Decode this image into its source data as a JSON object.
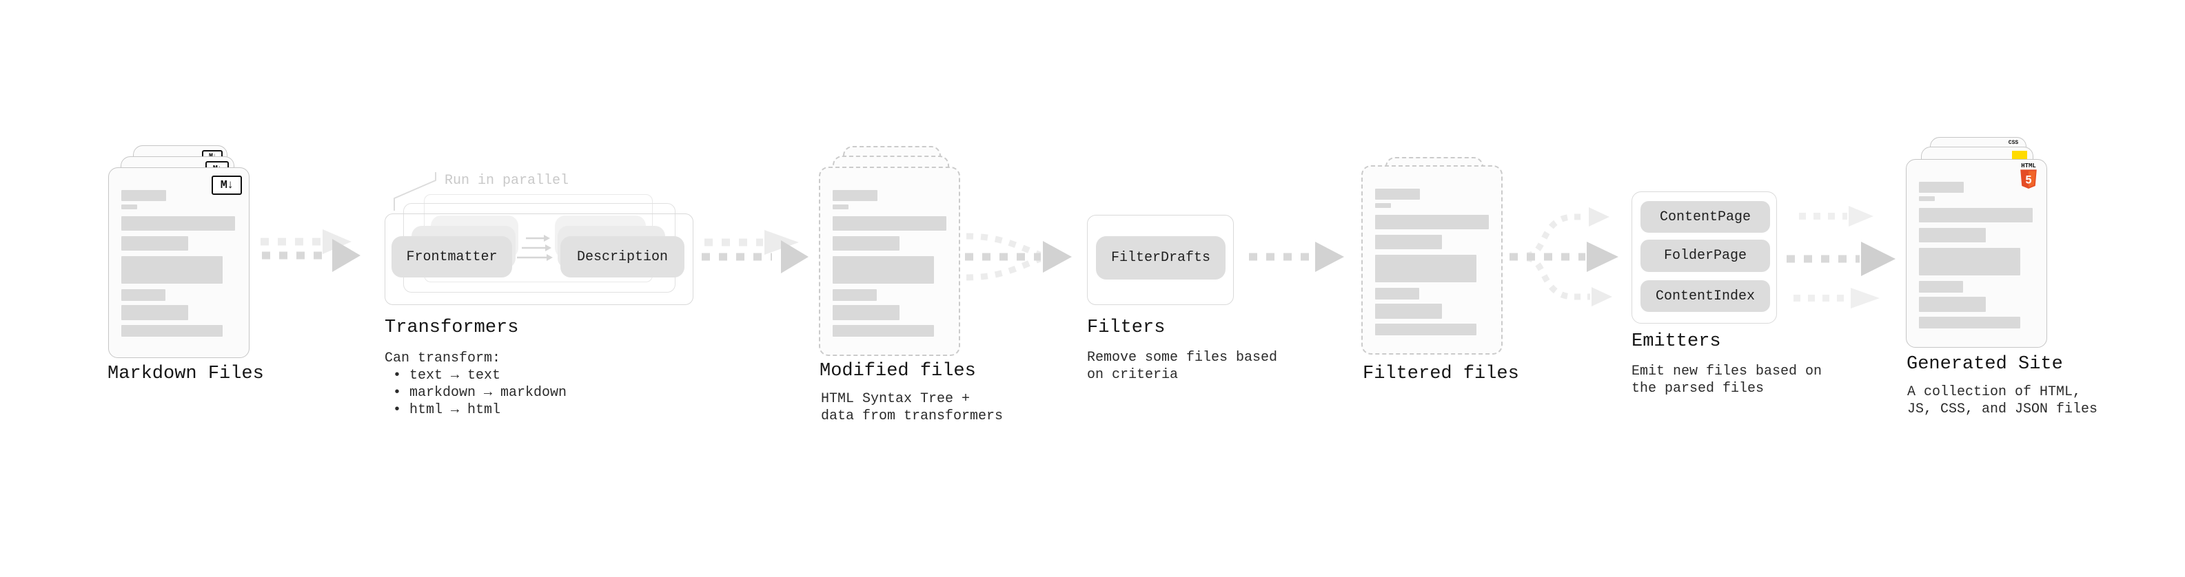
{
  "nodes": {
    "markdown_files": {
      "label": "Markdown Files"
    },
    "transformers": {
      "label": "Transformers",
      "annotation": "Run in parallel",
      "box_left": "Frontmatter",
      "box_right": "Description",
      "desc": [
        "Can transform:",
        " • text → text",
        " • markdown → markdown",
        " • html → html"
      ]
    },
    "modified_files": {
      "label": "Modified files",
      "desc": [
        "HTML Syntax Tree +",
        "data from transformers"
      ]
    },
    "filters": {
      "label": "Filters",
      "box": "FilterDrafts",
      "desc": [
        "Remove some files based",
        "on criteria"
      ]
    },
    "filtered_files": {
      "label": "Filtered files"
    },
    "emitters": {
      "label": "Emitters",
      "boxes": [
        "ContentPage",
        "FolderPage",
        "ContentIndex"
      ],
      "desc": [
        "Emit new files based on",
        "the parsed files"
      ]
    },
    "generated_site": {
      "label": "Generated Site",
      "desc": [
        "A collection of HTML,",
        "JS, CSS, and JSON files"
      ]
    }
  },
  "icons": {
    "markdown_badge": "M↓",
    "html5_badge_text": "HTML",
    "html5_badge_number": "5",
    "css_badge": "CSS"
  },
  "colors": {
    "html5_orange": "#e44d26",
    "html5_orange_light": "#f16529",
    "js_yellow": "#ffdb00",
    "css_blue": "#2965f1",
    "arrow_gray": "#d8d8d8",
    "arrow_light": "#ececec",
    "bar_gray": "#d9d9d9",
    "border_gray": "#c9c9c9",
    "annotation_gray": "#c9c9c9"
  }
}
